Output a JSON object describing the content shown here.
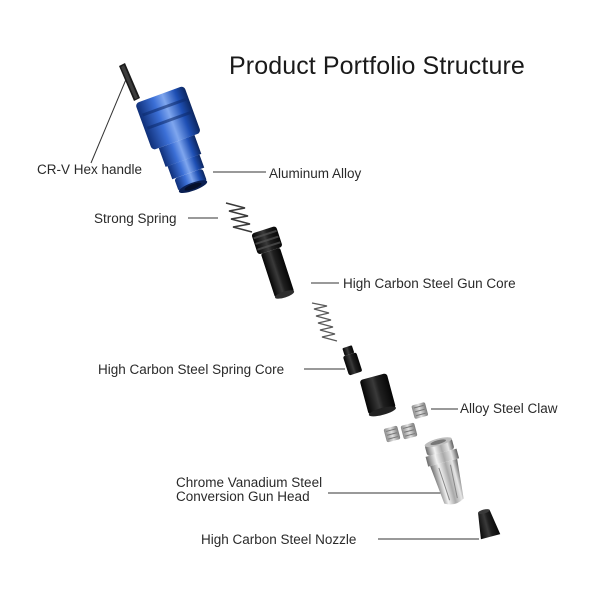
{
  "title": "Product Portfolio Structure",
  "colors": {
    "aluminum": "#1e4fb4",
    "aluminum_highlight": "#5c8ae6",
    "steel_dark": "#1b1b1b",
    "chrome": "#c9c9c9",
    "leader_line": "#333333"
  },
  "parts": [
    {
      "id": "hex-handle",
      "label": "CR-V Hex handle"
    },
    {
      "id": "aluminum-body",
      "label": "Aluminum Alloy"
    },
    {
      "id": "strong-spring",
      "label": "Strong Spring"
    },
    {
      "id": "gun-core",
      "label": "High Carbon Steel Gun Core"
    },
    {
      "id": "spring-core",
      "label": "High Carbon Steel Spring Core"
    },
    {
      "id": "claw",
      "label": "Alloy Steel Claw"
    },
    {
      "id": "gun-head",
      "label_line1": "Chrome Vanadium Steel",
      "label_line2": "Conversion Gun Head"
    },
    {
      "id": "nozzle",
      "label": "High Carbon Steel Nozzle"
    }
  ]
}
